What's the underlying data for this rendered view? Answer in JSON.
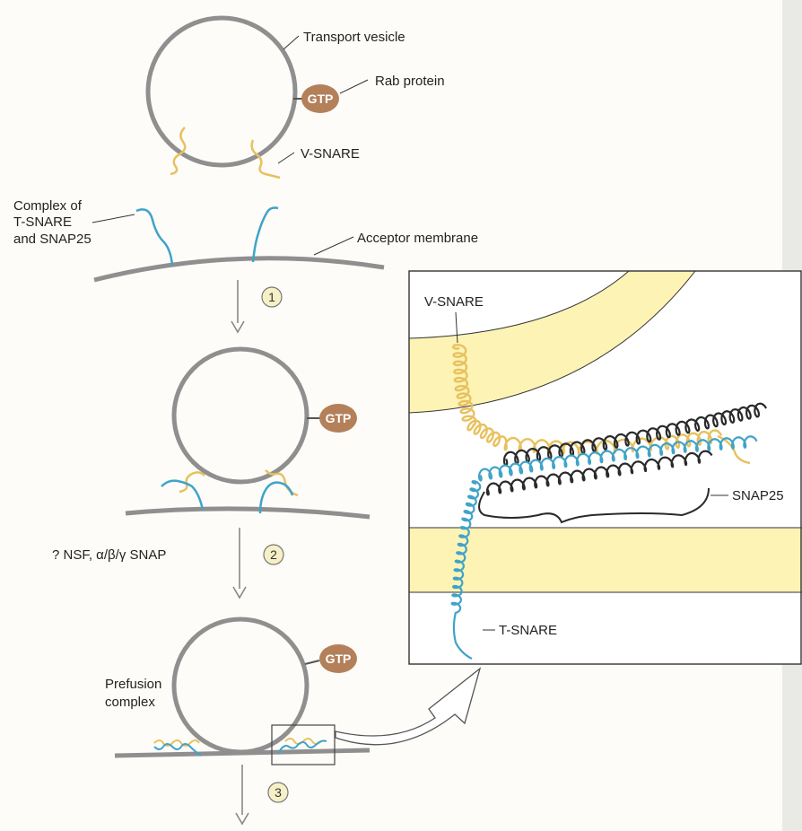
{
  "labels": {
    "transport_vesicle": "Transport vesicle",
    "rab_protein": "Rab protein",
    "gtp": "GTP",
    "v_snare": "V-SNARE",
    "complex_line1": "Complex of",
    "complex_line2": "T-SNARE",
    "complex_line3": "and SNAP25",
    "acceptor_membrane": "Acceptor membrane",
    "nsf_snap": "? NSF, α/β/γ SNAP",
    "prefusion_line1": "Prefusion",
    "prefusion_line2": "complex",
    "inset_v_snare": "V-SNARE",
    "inset_snap25": "SNAP25",
    "inset_t_snare": "T-SNARE"
  },
  "steps": [
    "1",
    "2",
    "3"
  ],
  "colors": {
    "membrane": "#8f8f8f",
    "gtp_fill": "#b3805a",
    "v_snare": "#e8c15e",
    "t_snare": "#3fa3c9",
    "snap25": "#2a2a2a",
    "lipid_band": "#fcf3b5",
    "step_circle": "#f7f0c6"
  }
}
